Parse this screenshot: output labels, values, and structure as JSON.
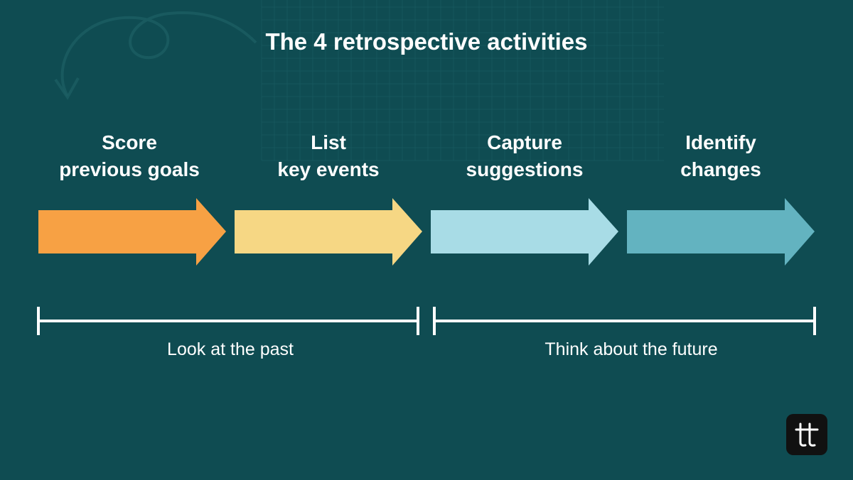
{
  "title": "The 4 retrospective activities",
  "steps": [
    {
      "line1": "Score",
      "line2": "previous goals",
      "color": "#f7a144"
    },
    {
      "line1": "List",
      "line2": "key events",
      "color": "#f6d784"
    },
    {
      "line1": "Capture",
      "line2": "suggestions",
      "color": "#a8dce6"
    },
    {
      "line1": "Identify",
      "line2": "changes",
      "color": "#63b3c0"
    }
  ],
  "phases": [
    {
      "label": "Look at the past"
    },
    {
      "label": "Think about the future"
    }
  ],
  "colors": {
    "background": "#0f4c52",
    "grid": "#1b5e63",
    "text": "#ffffff",
    "bracket": "#ffffff",
    "logo_bg": "#111111"
  },
  "logo": {
    "icon": "brand-logo-icon"
  }
}
